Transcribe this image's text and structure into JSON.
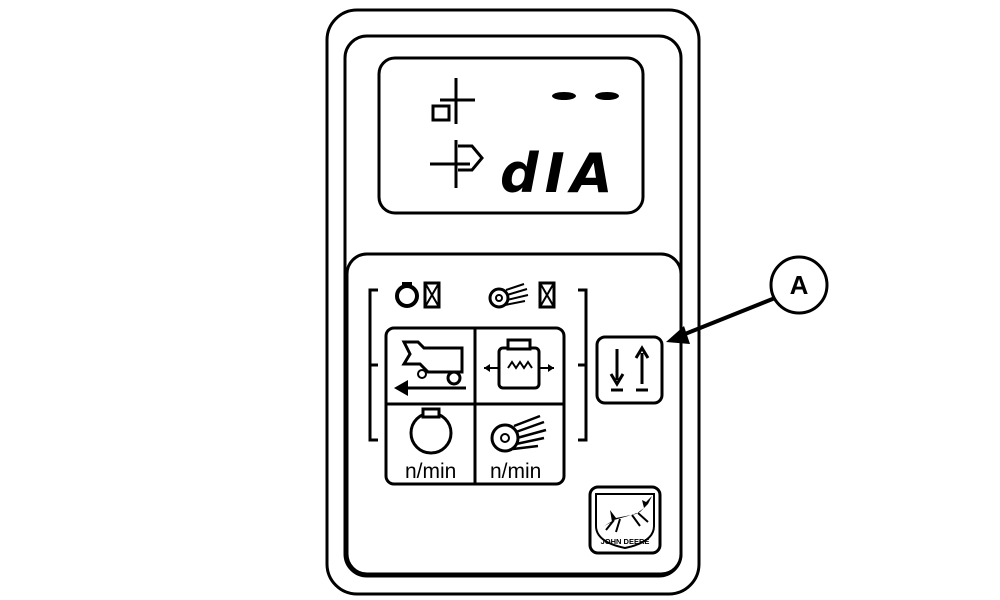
{
  "display": {
    "dashes": "- -",
    "code": "dIA"
  },
  "indicators": {
    "engine_fault_icon": "engine-speed-indicator-icon",
    "rotor_fault_icon": "rotor-speed-indicator-icon"
  },
  "tiles": [
    {
      "name": "combine-ground-speed",
      "icon": "combine-reverse-icon"
    },
    {
      "name": "grain-tank",
      "icon": "grain-tank-icon"
    },
    {
      "name": "engine-speed",
      "icon": "engine-icon",
      "unit": "n/min"
    },
    {
      "name": "rotor-speed",
      "icon": "rotor-icon",
      "unit": "n/min"
    }
  ],
  "buttons": {
    "scroll": {
      "icon": "up-down-arrows-icon"
    }
  },
  "callout": {
    "label": "A"
  },
  "logo": {
    "brand": "JOHN DEERE"
  },
  "colors": {
    "ink": "#000000",
    "background": "#ffffff"
  }
}
